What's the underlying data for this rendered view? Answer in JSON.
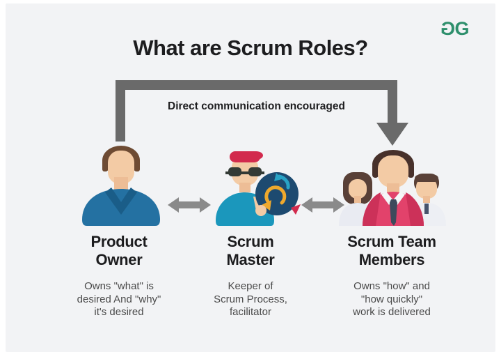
{
  "page": {
    "background": "#ffffff",
    "card_background": "#f2f3f5"
  },
  "header": {
    "title": "What are Scrum Roles?",
    "title_color": "#1d1d1f",
    "logo": {
      "name": "geeksforgeeks-logo",
      "color": "#2e8f6c",
      "letter": "G"
    }
  },
  "communication": {
    "label": "Direct communication encouraged",
    "arrow_color": "#6a6a6a",
    "from": "Product Owner",
    "to": "Scrum Team Members"
  },
  "connector": {
    "type": "bidirectional-arrow",
    "color": "#8a8a8a"
  },
  "roles": [
    {
      "id": "product-owner",
      "label": "Product\nOwner",
      "description": "Owns \"what\" is\ndesired And \"why\"\nit's desired",
      "avatar": "product-owner-avatar"
    },
    {
      "id": "scrum-master",
      "label": "Scrum\nMaster",
      "description": "Keeper of\nScrum Process,\nfacilitator",
      "avatar": "scrum-master-avatar"
    },
    {
      "id": "scrum-team-members",
      "label": "Scrum Team\nMembers",
      "description": "Owns \"how\" and\n\"how quickly\"\nwork is delivered",
      "avatar": "scrum-team-avatar"
    }
  ]
}
